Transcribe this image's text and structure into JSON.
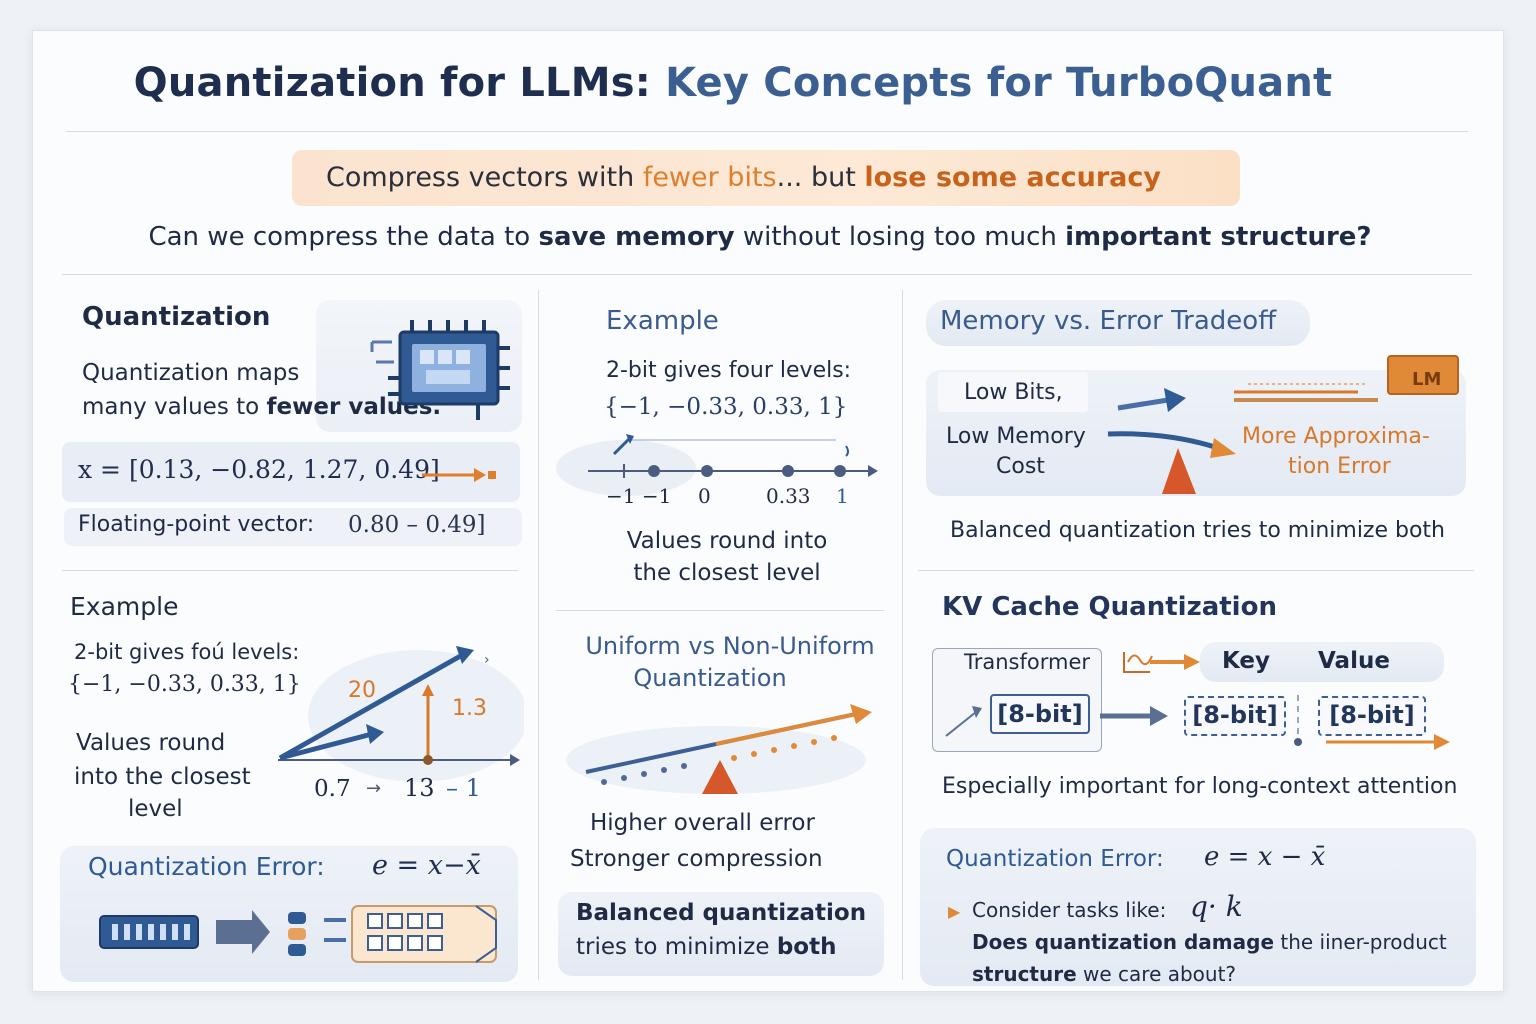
{
  "title": {
    "part1": "Quantization for LLMs: ",
    "part2": "Key Concepts for TurboQuant"
  },
  "banner": {
    "prefix": "Compress vectors with ",
    "fewer": "fewer bits",
    "mid": "... but ",
    "lose": "lose some accuracy"
  },
  "question": {
    "p1": "Can we compress the data to ",
    "b1": "save memory",
    "p2": " without losing too much ",
    "b2": "important structure?"
  },
  "quantization": {
    "heading": "Quantization",
    "line1": "Quantization maps",
    "line2": "many values to ",
    "line2_bold": "fewer values.",
    "vector": "x = [0.13, −0.82, 1.27, 0.49]",
    "float_label": "Floating-point vector:",
    "float_value": "0.80 – 0.49]"
  },
  "example_left": {
    "heading": "Example",
    "line1": "2-bit gives foú levels:",
    "line2": "{−1, −0.33, 0.33, 1}",
    "round1": "Values  round",
    "round2": "into the closest",
    "round3": "level",
    "label_20": "20",
    "label_13": "1.3",
    "label_07": "0.7",
    "label_arrow": "→",
    "label_13b": "13",
    "label_neg1": "– 1"
  },
  "error_left": {
    "label": "Quantization Error:",
    "formula": "e = x−x̄"
  },
  "example_mid": {
    "heading": "Example",
    "line1": "2-bit gives four levels:",
    "line2": "{−1, −0.33, 0.33, 1}",
    "ticks": [
      "−1 −1",
      "0",
      "0.33",
      "1"
    ],
    "round1": "Values round into",
    "round2": "the closest level"
  },
  "uniform": {
    "heading1": "Uniform vs Non-Uniform",
    "heading2": "Quantization",
    "line1": "Higher overall error",
    "line2": "Stronger compression",
    "balanced_b1": "Balanced quantization",
    "balanced_p": "tries to minimize ",
    "balanced_b2": "both"
  },
  "tradeoff": {
    "heading": "Memory vs. Error Tradeoff",
    "low_bits": "Low Bits,",
    "low_mem1": "Low Memory",
    "low_mem2": "Cost",
    "more1": "More Approxima-",
    "more2": "tion Error",
    "chip_label": "LM",
    "caption": "Balanced quantization tries to minimize both"
  },
  "kv": {
    "heading": "KV Cache Quantization",
    "transformer": "Transformer",
    "key": "Key",
    "value": "Value",
    "box1": "[8-bit]",
    "box2": "[8-bit]",
    "box3": "[8-bit]",
    "caption": "Especially important for long-context attention"
  },
  "error_right": {
    "label": "Quantization Error:",
    "formula": "e = x − x̄",
    "bullet": "Consider tasks like:",
    "qk": "q· k",
    "q_b1": "Does quantization damage",
    "q_p1": " the iiner-product",
    "q_b2": "structure",
    "q_p2": " we care about?"
  },
  "colors": {
    "navy": "#1f2d4f",
    "blue": "#3c5f92",
    "orange": "#e07f2b",
    "banner": "#fde6d2"
  }
}
